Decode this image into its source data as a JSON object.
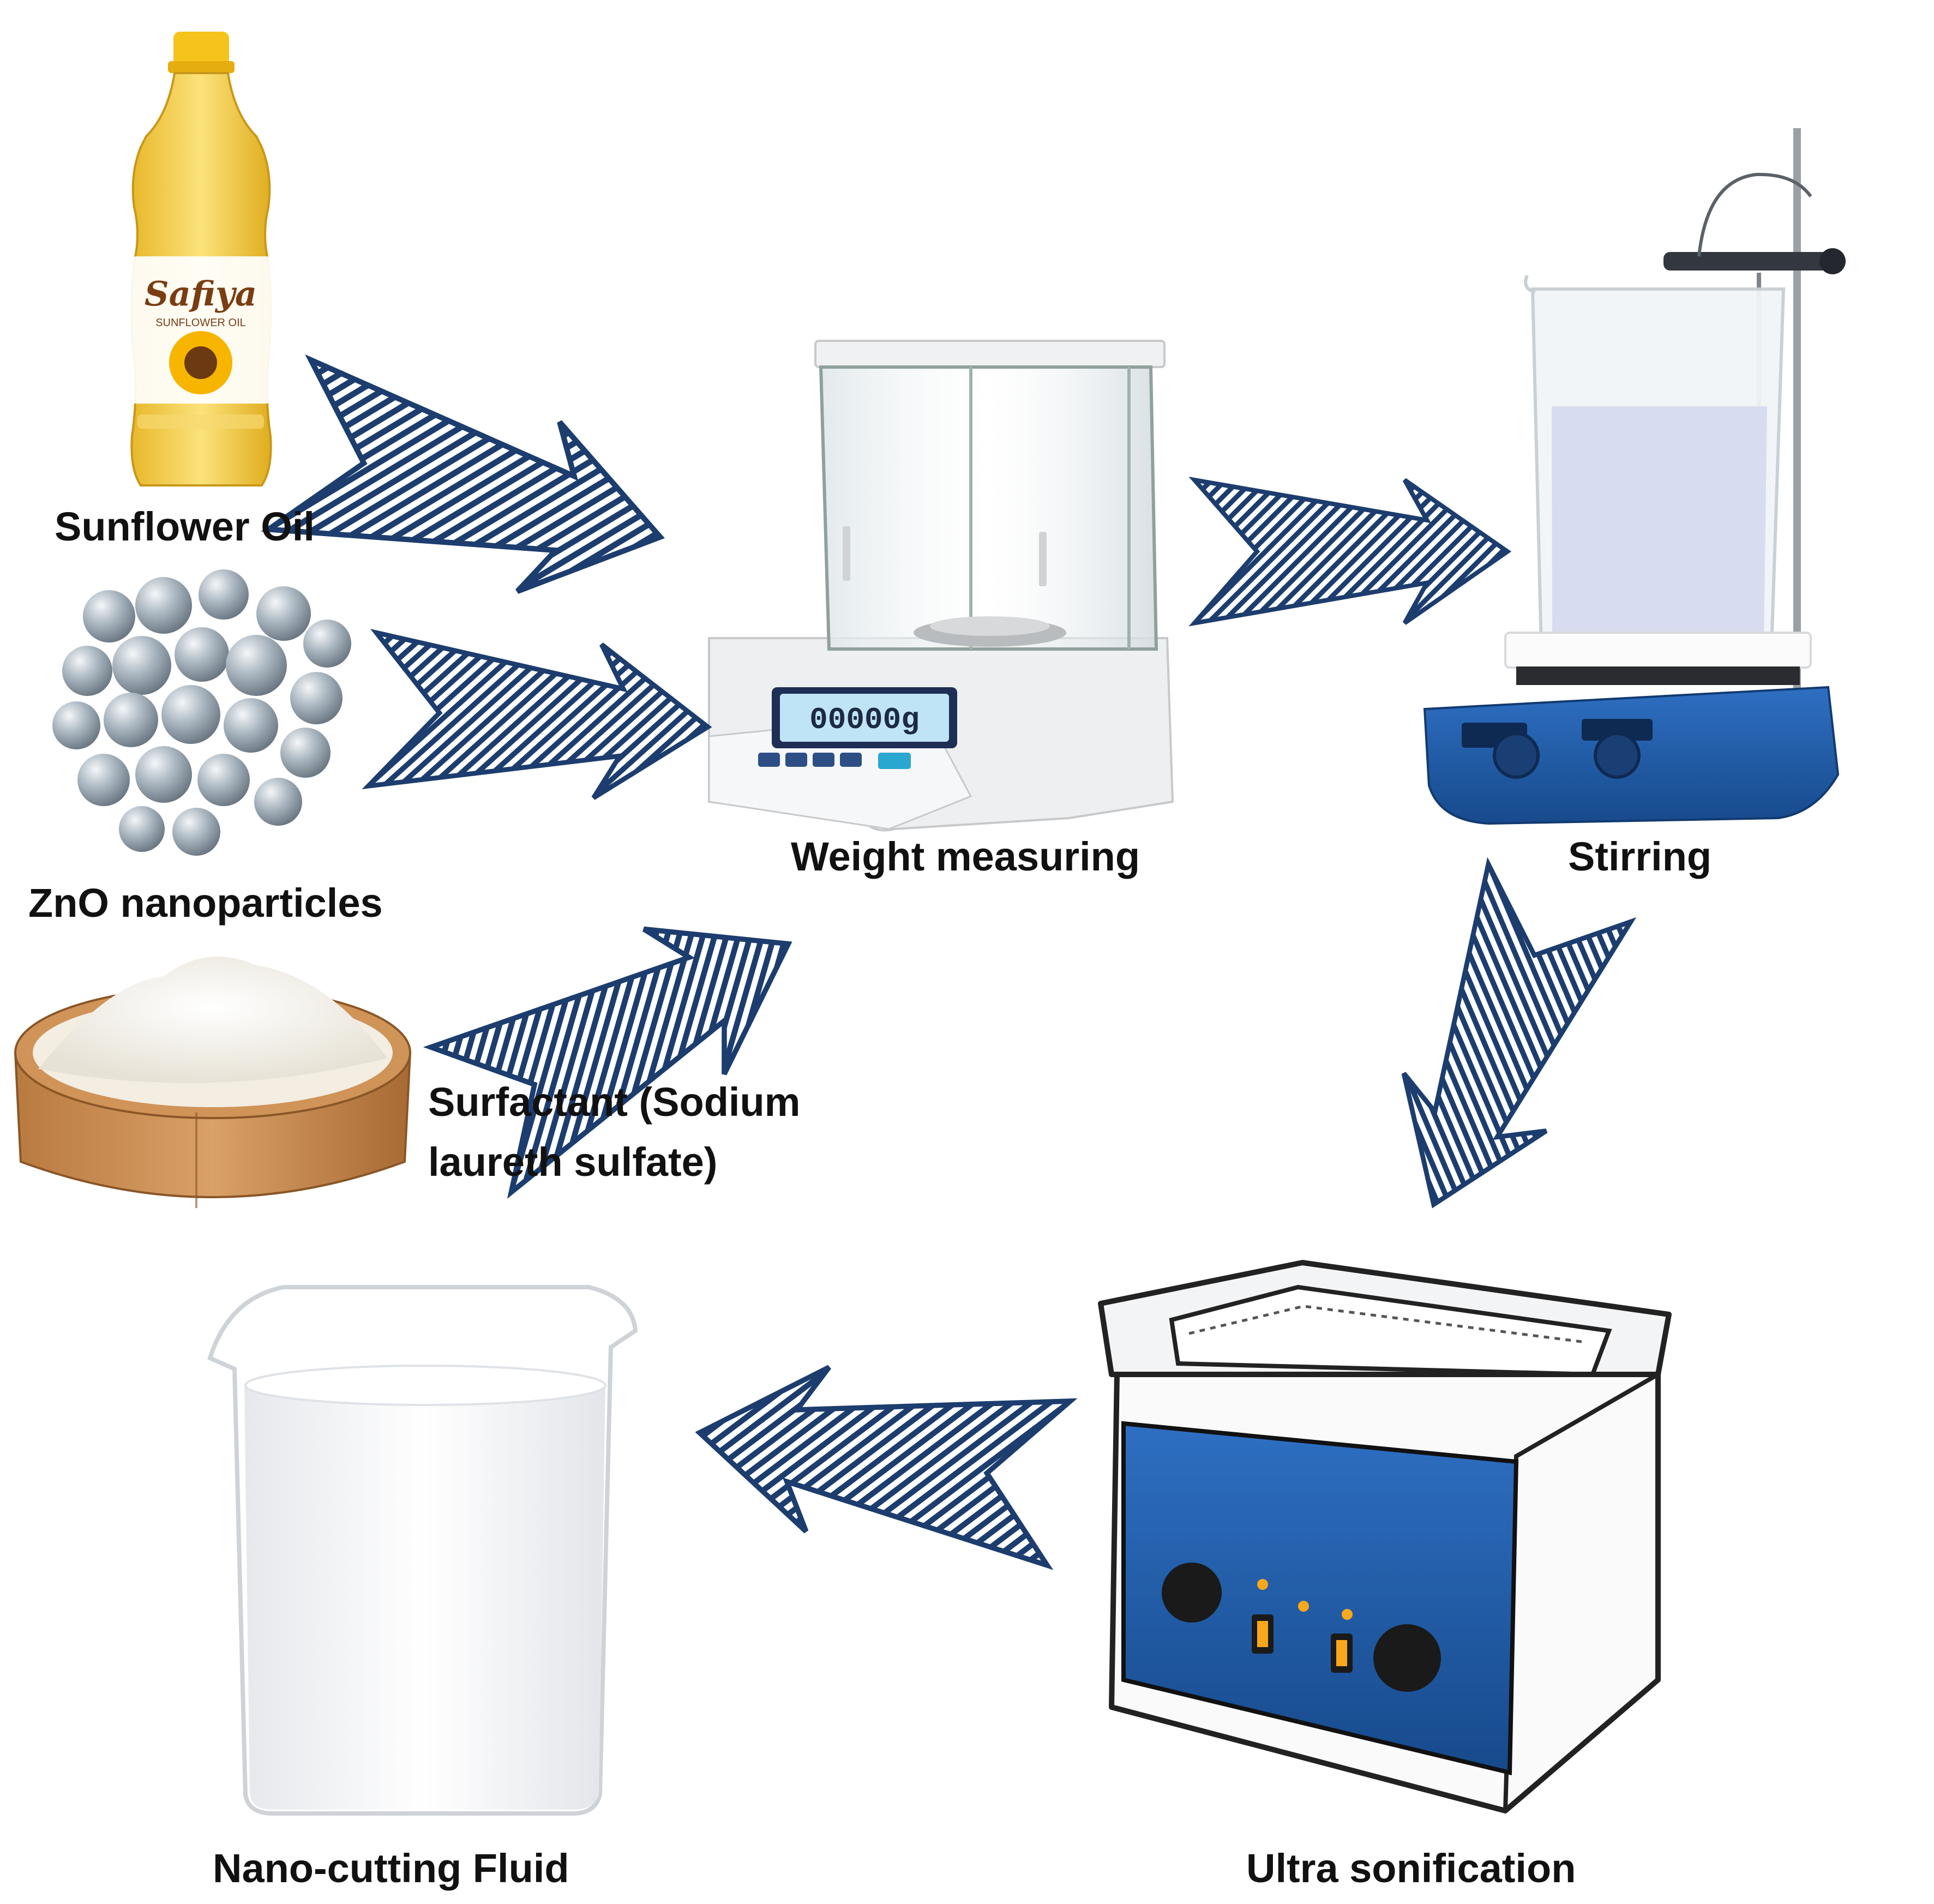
{
  "colors": {
    "arrow_fill": "#1c3d6e",
    "oil": "#f2cf4a",
    "bottle_cap": "#f6c21c",
    "zno": "#aeb9c2",
    "powder": "#f4f1ea",
    "wood_bowl": "#c98d54",
    "device_blue": "#1f5ba8",
    "sonicator_blue": "#2d5d9a",
    "beaker_liquid": "#d8dcf0",
    "nano_fluid": "#f3f4f6"
  },
  "labels": {
    "sunflower_oil": "Sunflower Oil",
    "zno_nanoparticles": "ZnO nanoparticles",
    "surfactant_line1": "Surfactant (Sodium",
    "surfactant_line2": "laureth sulfate)",
    "weight_measuring": "Weight measuring",
    "stirring": "Stirring",
    "ultra_sonification": "Ultra sonification",
    "nano_cutting_fluid": "Nano-cutting Fluid"
  },
  "bottle_brand": "Safiya",
  "bottle_product": "SUNFLOWER OIL",
  "balance_display": "00000g",
  "flow": [
    {
      "from": "sunflower_oil",
      "to": "weight_measuring"
    },
    {
      "from": "zno_nanoparticles",
      "to": "weight_measuring"
    },
    {
      "from": "surfactant",
      "to": "weight_measuring"
    },
    {
      "from": "weight_measuring",
      "to": "stirring"
    },
    {
      "from": "stirring",
      "to": "ultra_sonification"
    },
    {
      "from": "ultra_sonification",
      "to": "nano_cutting_fluid"
    }
  ],
  "icons": [
    "oil-bottle-icon",
    "zno-particles-icon",
    "surfactant-bowl-icon",
    "analytical-balance-icon",
    "magnetic-stirrer-icon",
    "ultrasonic-bath-icon",
    "beaker-icon",
    "hatched-arrow-icon"
  ]
}
